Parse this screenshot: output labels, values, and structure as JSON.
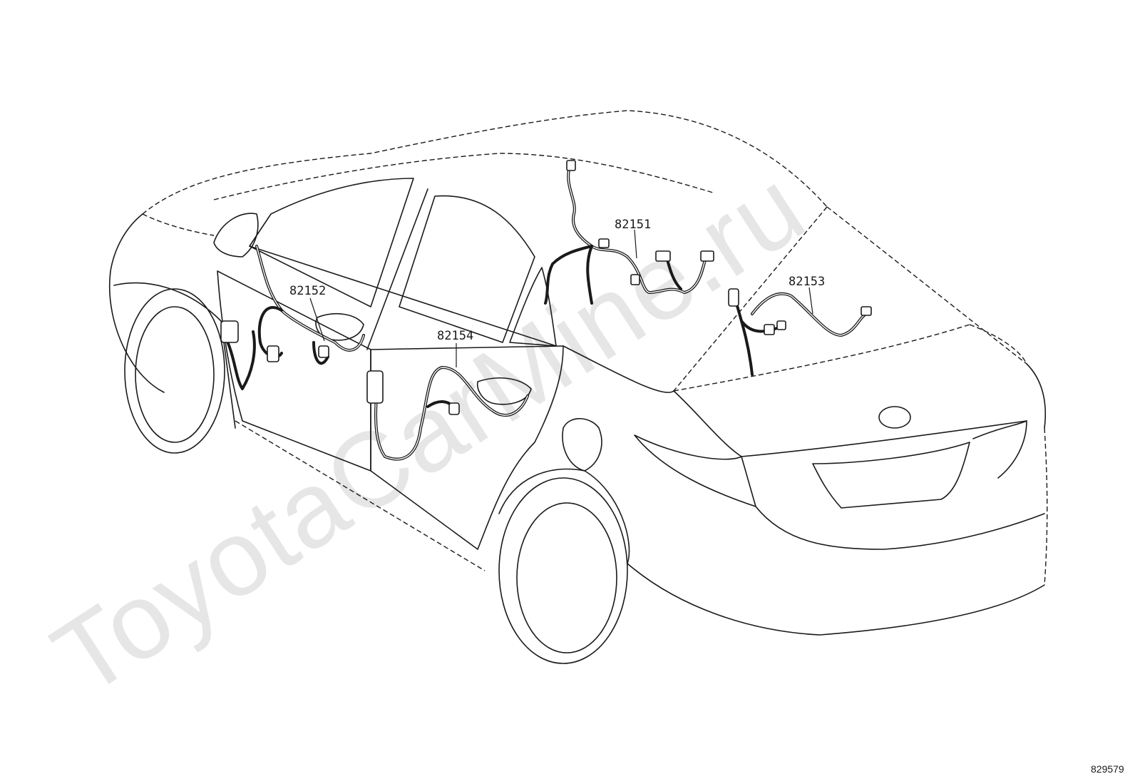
{
  "watermark": "ToyotaCarMine.ru",
  "figure_number": "829579",
  "callouts": {
    "wire_roof": "82151",
    "wire_front_door": "82152",
    "wire_luggage": "82153",
    "wire_rear_door": "82154"
  },
  "colors": {
    "line": "#1a1a1a",
    "watermark": "#e6e6e6",
    "background": "#ffffff"
  }
}
